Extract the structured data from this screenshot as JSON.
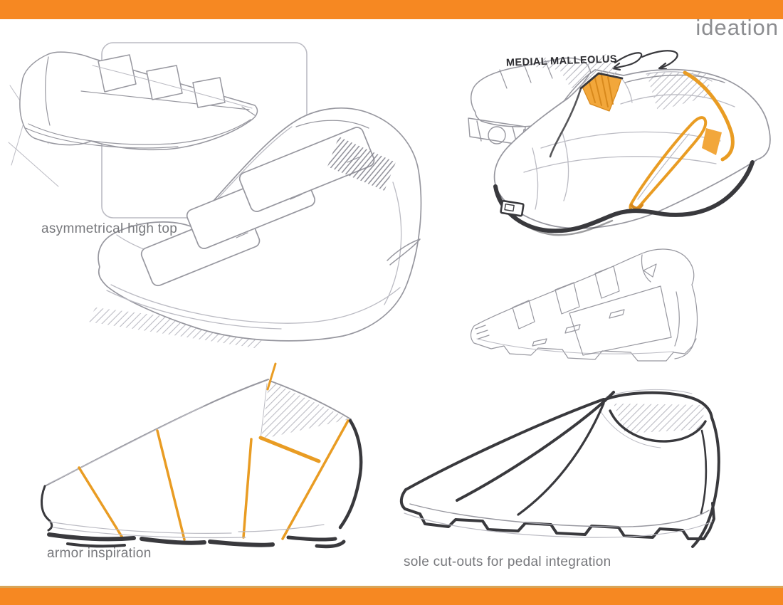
{
  "page": {
    "title": "ideation"
  },
  "colors": {
    "frame-orange": "#F68822",
    "rule-tan": "#D8A558",
    "title-gray": "#8C8D90",
    "label-gray": "#77787C",
    "ink-dark": "#39393D",
    "pencil": "#97979F",
    "pencil-light": "#BBBBC3",
    "marker-orange": "#F2A73B",
    "marker-orange-deep": "#D8891C",
    "swoosh-orange": "#E99C23"
  },
  "annotations": {
    "medial_malleolus": "MEDIAL MALLEOLUS",
    "asymmetrical_high_top": "asymmetrical high top",
    "armor_inspiration": "armor inspiration",
    "sole_cutouts": "sole cut-outs for pedal integration"
  },
  "icons": {
    "annotation_arrow": "curved-arrow",
    "swoosh": "nike-swoosh"
  }
}
